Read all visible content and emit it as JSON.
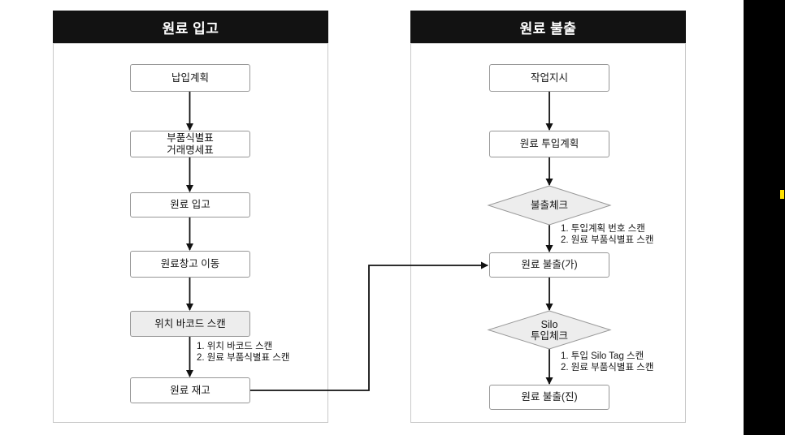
{
  "left_panel": {
    "title": "원료 입고",
    "nodes": {
      "delivery_plan": "납입계획",
      "part_id_sheet": "부품식별표\n거래명세표",
      "material_receiving": "원료 입고",
      "warehouse_move": "원료창고 이동",
      "location_barcode_scan": "위치 바코드 스캔",
      "material_inventory": "원료 재고"
    },
    "arrow_note": "1. 위치 바코드 스캔\n2. 원료 부품식별표 스캔"
  },
  "right_panel": {
    "title": "원료 불출",
    "nodes": {
      "work_order": "작업지시",
      "material_input_plan": "원료 투입계획",
      "dispatch_check": "불출체크",
      "material_dispatch_ga": "원료 불출(가)",
      "silo_input_check": "Silo\n투입체크",
      "material_dispatch_jin": "원료 불출(진)"
    },
    "arrow_note_1": "1. 투입계획 번호 스캔\n2. 원료 부품식별표 스캔",
    "arrow_note_2": "1. 투입 Silo Tag 스캔\n2. 원료 부품식별표 스캔"
  },
  "colors": {
    "header_bg": "#121212",
    "panel_border": "#c9c9c9",
    "box_border": "#969696",
    "shaded_box_fill": "#ededed",
    "diamond_fill": "#ededed",
    "arrow": "#111111",
    "side_band": "#000000",
    "yellow_marker": "#ffe100"
  }
}
